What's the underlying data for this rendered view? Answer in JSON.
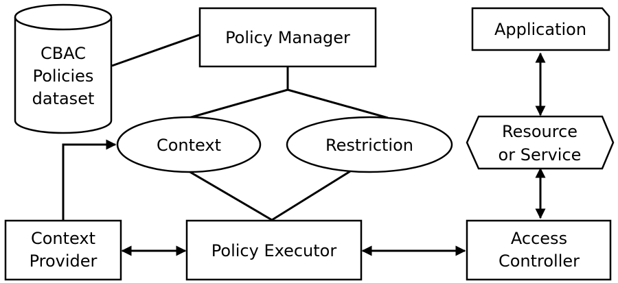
{
  "diagram": {
    "nodes": {
      "dataset": {
        "lines": [
          "CBAC",
          "Policies",
          "dataset"
        ],
        "shape": "cylinder"
      },
      "policy_manager": {
        "label": "Policy Manager",
        "shape": "rectangle"
      },
      "application": {
        "label": "Application",
        "shape": "rectangle-folded-corner"
      },
      "context": {
        "label": "Context",
        "shape": "ellipse"
      },
      "restriction": {
        "label": "Restriction",
        "shape": "ellipse"
      },
      "resource": {
        "lines": [
          "Resource",
          "or Service"
        ],
        "shape": "hexagon"
      },
      "context_provider": {
        "lines": [
          "Context",
          "Provider"
        ],
        "shape": "rectangle"
      },
      "policy_executor": {
        "label": "Policy Executor",
        "shape": "rectangle"
      },
      "access_controller": {
        "lines": [
          "Access",
          "Controller"
        ],
        "shape": "rectangle"
      }
    },
    "edges": [
      {
        "from": "dataset",
        "to": "policy_manager",
        "style": "line"
      },
      {
        "from": "policy_manager",
        "to": "context",
        "style": "line"
      },
      {
        "from": "policy_manager",
        "to": "restriction",
        "style": "line"
      },
      {
        "from": "context",
        "to": "policy_executor",
        "style": "line"
      },
      {
        "from": "restriction",
        "to": "policy_executor",
        "style": "line"
      },
      {
        "from": "context_provider",
        "to": "context",
        "style": "arrow"
      },
      {
        "from": "context_provider",
        "to": "policy_executor",
        "style": "double-arrow"
      },
      {
        "from": "policy_executor",
        "to": "access_controller",
        "style": "double-arrow"
      },
      {
        "from": "application",
        "to": "resource",
        "style": "double-arrow"
      },
      {
        "from": "resource",
        "to": "access_controller",
        "style": "double-arrow"
      }
    ]
  }
}
